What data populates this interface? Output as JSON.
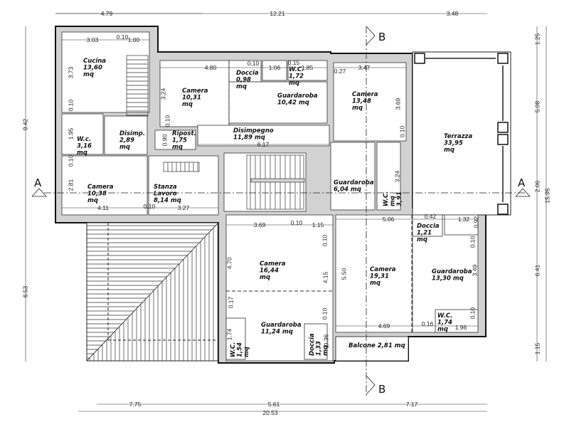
{
  "rooms": [
    {
      "lines": [
        "Cucina",
        "13,60",
        "mq"
      ]
    },
    {
      "lines": [
        "W.c.",
        "3,16",
        "mq"
      ]
    },
    {
      "lines": [
        "Disimp.",
        "2,89",
        "mq"
      ]
    },
    {
      "lines": [
        "Camera",
        "10,38",
        "mq"
      ]
    },
    {
      "lines": [
        "Stanza",
        "Lavoro",
        "8,14 mq"
      ]
    },
    {
      "lines": [
        "Camera",
        "10,31",
        "mq"
      ]
    },
    {
      "lines": [
        "Doccia",
        "0,98",
        "mq"
      ]
    },
    {
      "lines": [
        "W.C.",
        "1,72",
        "mq"
      ]
    },
    {
      "lines": [
        "Guardaroba",
        "10,42 mq"
      ]
    },
    {
      "lines": [
        "Ripost.",
        "1,75",
        "mq"
      ]
    },
    {
      "lines": [
        "Disimpegno",
        "11,89 mq"
      ]
    },
    {
      "lines": [
        "Camera",
        "13,48",
        "mq"
      ]
    },
    {
      "lines": [
        "Guardaroba",
        "6,04 mq"
      ]
    },
    {
      "lines": [
        "W.C.",
        "mq",
        "3,91"
      ]
    },
    {
      "lines": [
        "Terrazza",
        "33,95",
        "mq"
      ]
    },
    {
      "lines": [
        "Camera",
        "16,44",
        "mq"
      ]
    },
    {
      "lines": [
        "Guardaroba",
        "11,24 mq"
      ]
    },
    {
      "lines": [
        "W.C.",
        "1,54",
        "mq"
      ]
    },
    {
      "lines": [
        "Doccia",
        "1,33",
        "mq"
      ]
    },
    {
      "lines": [
        "Camera",
        "19,31",
        "mq"
      ]
    },
    {
      "lines": [
        "Guardaroba",
        "13,30 mq"
      ]
    },
    {
      "lines": [
        "Doccia",
        "1,21",
        "mq"
      ]
    },
    {
      "lines": [
        "W.C.",
        "1,74",
        "mq"
      ]
    },
    {
      "lines": [
        "Balcone  2,81  mq"
      ]
    }
  ],
  "dimensions": [
    "4.79",
    "12.21",
    "3.48",
    "9.42",
    "6.53",
    "7.75",
    "5.61",
    "7.17",
    "20.53",
    "1.25",
    "5.08",
    "2.06",
    "6.41",
    "1.15",
    "15.95",
    "3.03",
    "0.10",
    "1.00",
    "3.73",
    "0.10",
    "1.95",
    "0.10",
    "2.81",
    "4.11",
    "0.10",
    "3.27",
    "4.80",
    "0.10",
    "1.06",
    "0.15",
    "1.85",
    "0.27",
    "3.47",
    "3.24",
    "0.10",
    "0.90",
    "6.17",
    "3.69",
    "0.10",
    "3.24",
    "3.69",
    "0.10",
    "1.15",
    "0.10",
    "4.70",
    "4.15",
    "0.17",
    "0.10",
    "1.74",
    "0.36",
    "5.50",
    "5.06",
    "0.42",
    "1.32",
    "0.92",
    "0.10",
    "3.49",
    "0.10",
    "4.69",
    "0.16",
    "1.96"
  ],
  "section_markers": {
    "a_left": "A",
    "a_right": "A",
    "b_top": "B",
    "b_bottom": "B"
  },
  "colors": {
    "wall": "#d2d2d2",
    "line": "#111111",
    "background": "#ffffff"
  }
}
